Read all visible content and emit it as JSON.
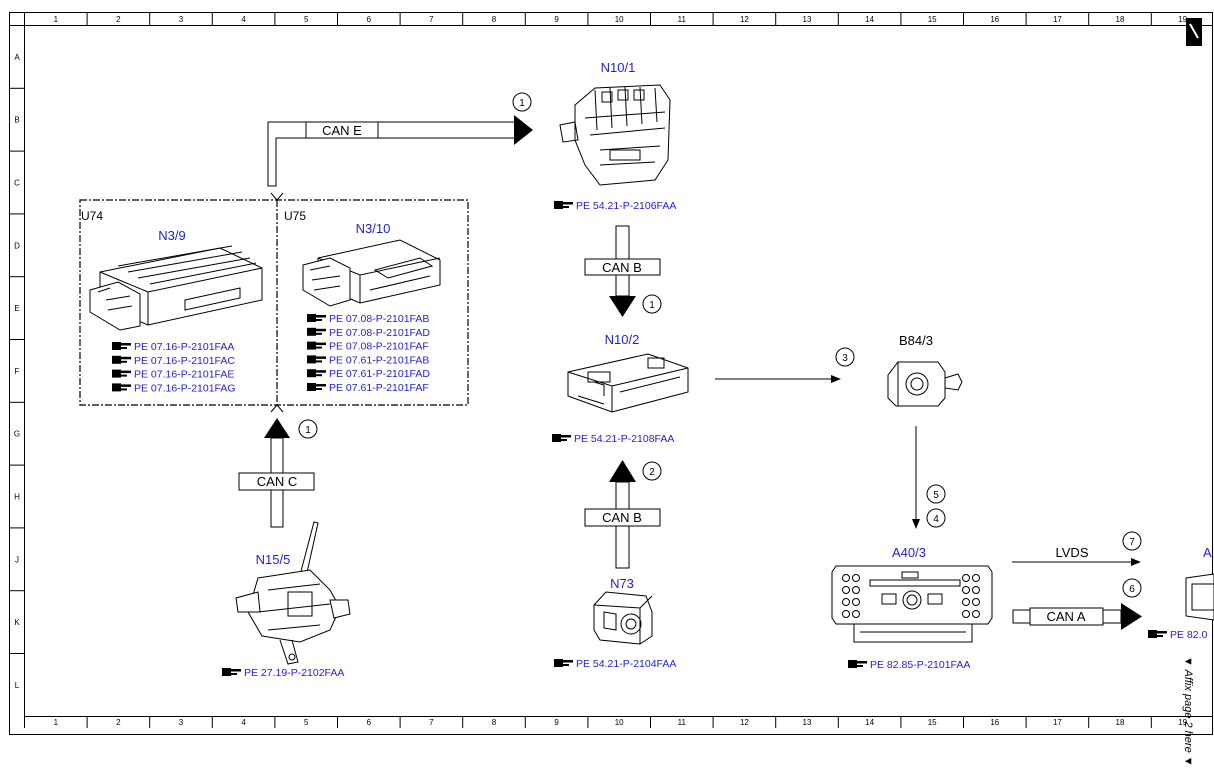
{
  "grid": {
    "columns": [
      "1",
      "2",
      "3",
      "4",
      "5",
      "6",
      "7",
      "8",
      "9",
      "10",
      "11",
      "12",
      "13",
      "14",
      "15",
      "16",
      "17",
      "18",
      "19"
    ],
    "rows": [
      "A",
      "B",
      "C",
      "D",
      "E",
      "F",
      "G",
      "H",
      "J",
      "K",
      "L"
    ]
  },
  "groups": {
    "u74": "U74",
    "u75": "U75"
  },
  "components": {
    "n10_1": {
      "label": "N10/1",
      "refs": [
        "PE 54.21-P-2106FAA"
      ]
    },
    "n3_9": {
      "label": "N3/9",
      "refs": [
        "PE 07.16-P-2101FAA",
        "PE 07.16-P-2101FAC",
        "PE 07.16-P-2101FAE",
        "PE 07.16-P-2101FAG"
      ]
    },
    "n3_10": {
      "label": "N3/10",
      "refs": [
        "PE 07.08-P-2101FAB",
        "PE 07.08-P-2101FAD",
        "PE 07.08-P-2101FAF",
        "PE 07.61-P-2101FAB",
        "PE 07.61-P-2101FAD",
        "PE 07.61-P-2101FAF"
      ]
    },
    "n10_2": {
      "label": "N10/2",
      "refs": [
        "PE 54.21-P-2108FAA"
      ]
    },
    "b84_3": {
      "label": "B84/3"
    },
    "n15_5": {
      "label": "N15/5",
      "refs": [
        "PE 27.19-P-2102FAA"
      ]
    },
    "n73": {
      "label": "N73",
      "refs": [
        "PE 54.21-P-2104FAA"
      ]
    },
    "a40_3": {
      "label": "A40/3",
      "refs": [
        "PE 82.85-P-2101FAA"
      ]
    },
    "a_partial": {
      "label": "A",
      "refs": [
        "PE 82.0"
      ]
    }
  },
  "buses": {
    "can_e": "CAN E",
    "can_b_top": "CAN B",
    "can_c": "CAN C",
    "can_b_bottom": "CAN B",
    "lvds": "LVDS",
    "can_a": "CAN A"
  },
  "callouts": {
    "c1_can_e": "1",
    "c1_can_b": "1",
    "c1_can_c": "1",
    "c2_can_b": "2",
    "c3": "3",
    "c5": "5",
    "c4": "4",
    "c7": "7",
    "c6": "6"
  },
  "side_note": "▼ Affix page 2 here ▼"
}
